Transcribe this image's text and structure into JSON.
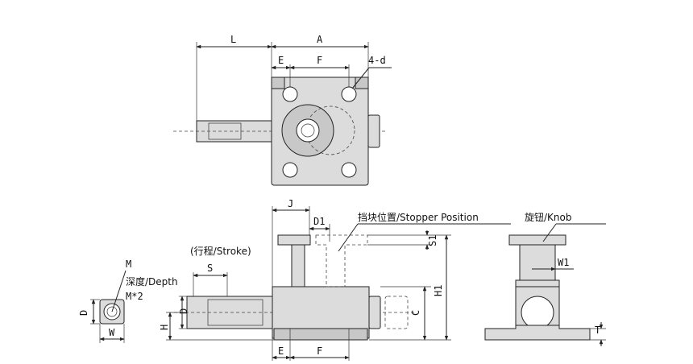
{
  "labels": {
    "L": "L",
    "A": "A",
    "E": "E",
    "F": "F",
    "four_d": "4-d",
    "J": "J",
    "D1": "D1",
    "stopper": "挡块位置/Stopper Position",
    "knob": "旋钮/Knob",
    "S1": "S1",
    "H1": "H1",
    "stroke": "(行程/Stroke)",
    "S": "S",
    "M": "M",
    "depth": "深度/Depth",
    "m2": "M*2",
    "D": "D",
    "W": "W",
    "H": "H",
    "C": "C",
    "W1": "W1",
    "T": "T"
  }
}
